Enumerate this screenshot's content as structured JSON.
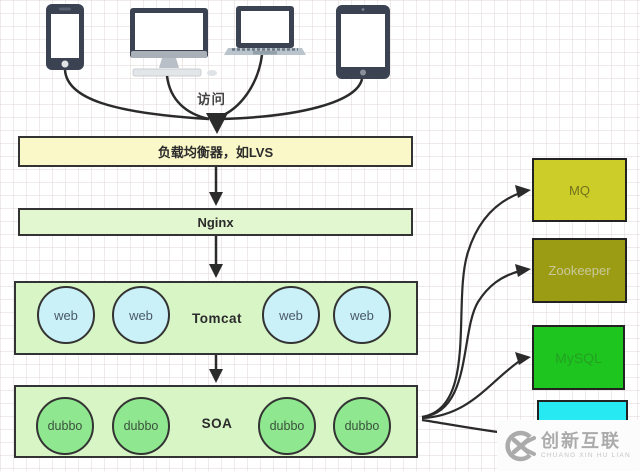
{
  "diagram": {
    "access_label": "访问",
    "lvs_label": "负载均衡器，如LVS",
    "nginx_label": "Nginx",
    "tomcat_label": "Tomcat",
    "soa_label": "SOA",
    "tomcat_nodes": [
      "web",
      "web",
      "web",
      "web"
    ],
    "soa_nodes": [
      "dubbo",
      "dubbo",
      "dubbo",
      "dubbo"
    ],
    "right_boxes": [
      {
        "label": "MQ"
      },
      {
        "label": "Zookeeper"
      },
      {
        "label": "MySQL"
      },
      {
        "label": ""
      }
    ]
  },
  "watermark": {
    "brand": "创新互联",
    "romanized": "CHUANG XIN HU LIAN"
  },
  "colors": {
    "lvs_bg": "#faf7c9",
    "nginx_bg": "#e2f6cf",
    "container_bg": "#d8f5c6",
    "web_node_bg": "#c9f1f7",
    "dubbo_node_bg": "#8fe88f",
    "mq_bg": "#cdcd29",
    "zookeeper_bg": "#9c9c14",
    "mysql_bg": "#1ec51e",
    "cache_bg": "#26e9f2",
    "line": "#2b2b2b",
    "device_body": "#3b4252"
  }
}
